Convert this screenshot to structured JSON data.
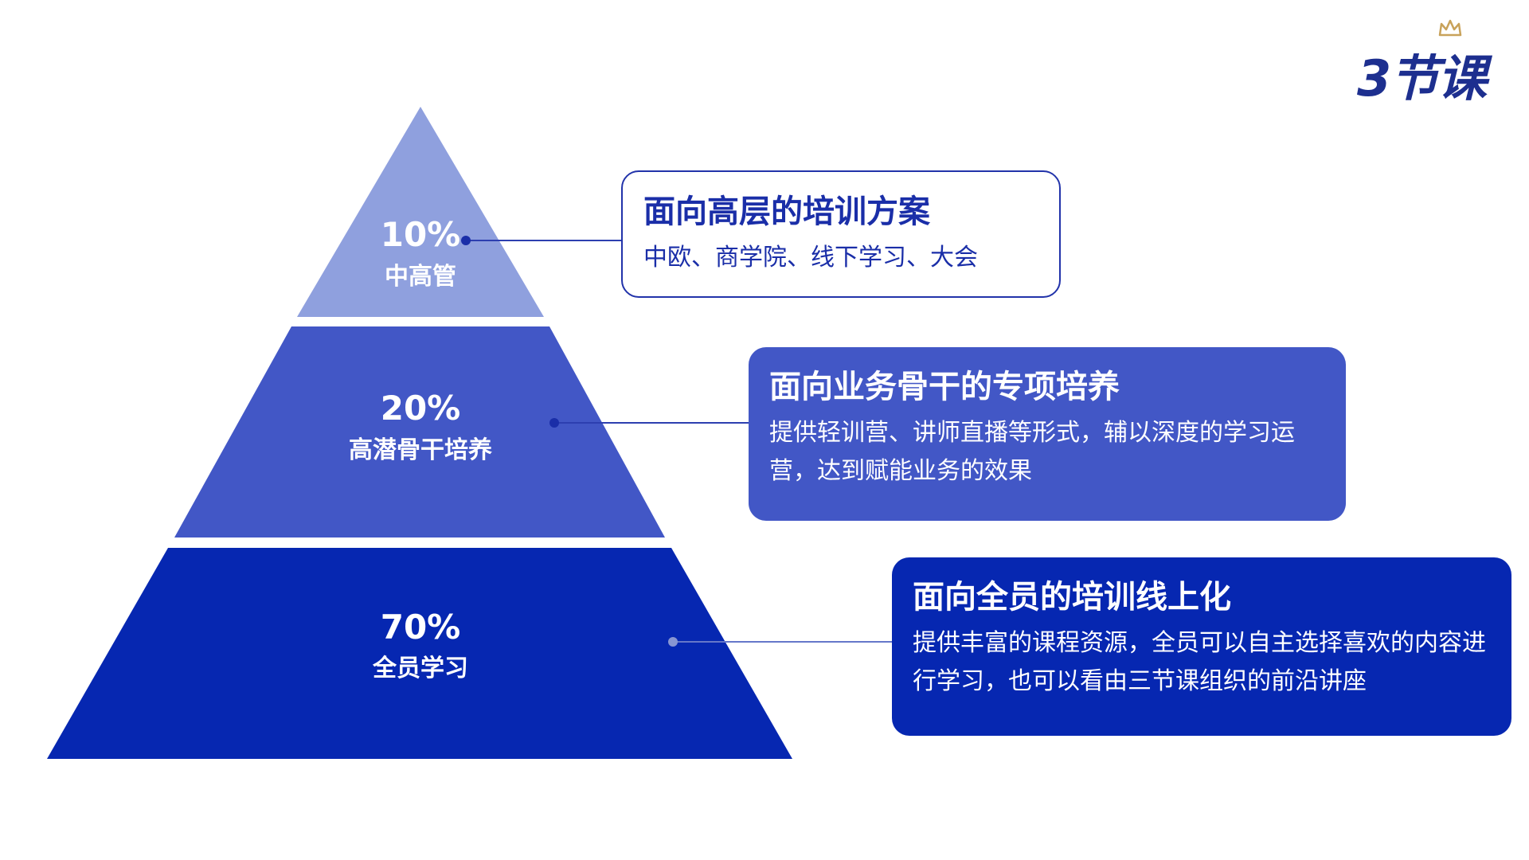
{
  "logo": {
    "text": "3节课",
    "color": "#1d2f8f",
    "crown_color": "#c8a25a"
  },
  "pyramid": {
    "tiers": [
      {
        "percent": "10%",
        "label": "中高管",
        "color": "#8fa0de"
      },
      {
        "percent": "20%",
        "label": "高潜骨干培养",
        "color": "#4257c6"
      },
      {
        "percent": "70%",
        "label": "全员学习",
        "color": "#0627b1"
      }
    ]
  },
  "cards": [
    {
      "title": "面向高层的培训方案",
      "description": "中欧、商学院、线下学习、大会"
    },
    {
      "title": "面向业务骨干的专项培养",
      "description": "提供轻训营、讲师直播等形式，辅以深度的学习运营，达到赋能业务的效果"
    },
    {
      "title": "面向全员的培训线上化",
      "description": "提供丰富的课程资源，全员可以自主选择喜欢的内容进行学习，也可以看由三节课组织的前沿讲座"
    }
  ]
}
